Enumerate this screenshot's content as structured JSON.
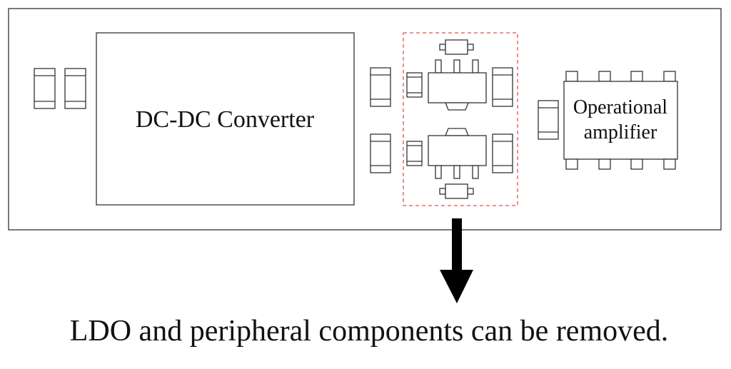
{
  "diagram": {
    "converter_label": "DC-DC Converter",
    "opamp_label_line1": "Operational",
    "opamp_label_line2": "amplifier",
    "caption": "LDO and peripheral components can be removed."
  },
  "colors": {
    "outline": "#333333",
    "highlight_dash": "#e05050",
    "arrow": "#000000",
    "background": "#ffffff"
  }
}
